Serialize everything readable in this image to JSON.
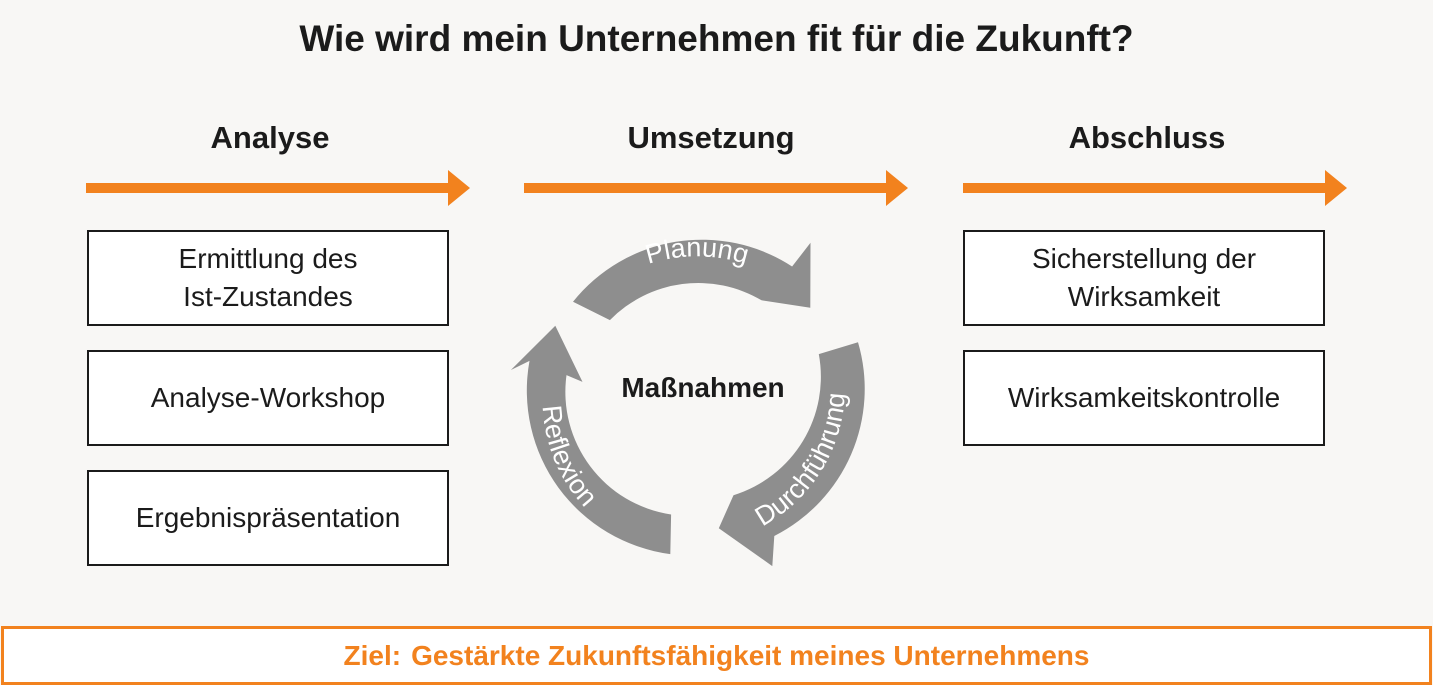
{
  "title": "Wie wird mein Unternehmen fit für die Zukunft?",
  "accent_color": "#f2821e",
  "cycle_color": "#8e8e8e",
  "phases": [
    {
      "title": "Analyse",
      "boxes": [
        "Ermittlung des\nIst-Zustandes",
        "Analyse-Workshop",
        "Ergebnispräsentation"
      ]
    },
    {
      "title": "Umsetzung",
      "cycle": {
        "center": "Maßnahmen",
        "steps": [
          "Planung",
          "Durchführung",
          "Reflexion"
        ]
      }
    },
    {
      "title": "Abschluss",
      "boxes": [
        "Sicherstellung der\nWirksamkeit",
        "Wirksamkeitskontrolle"
      ]
    }
  ],
  "goal": {
    "label": "Ziel:",
    "text": "Gestärkte Zukunftsfähigkeit meines Unternehmens"
  }
}
